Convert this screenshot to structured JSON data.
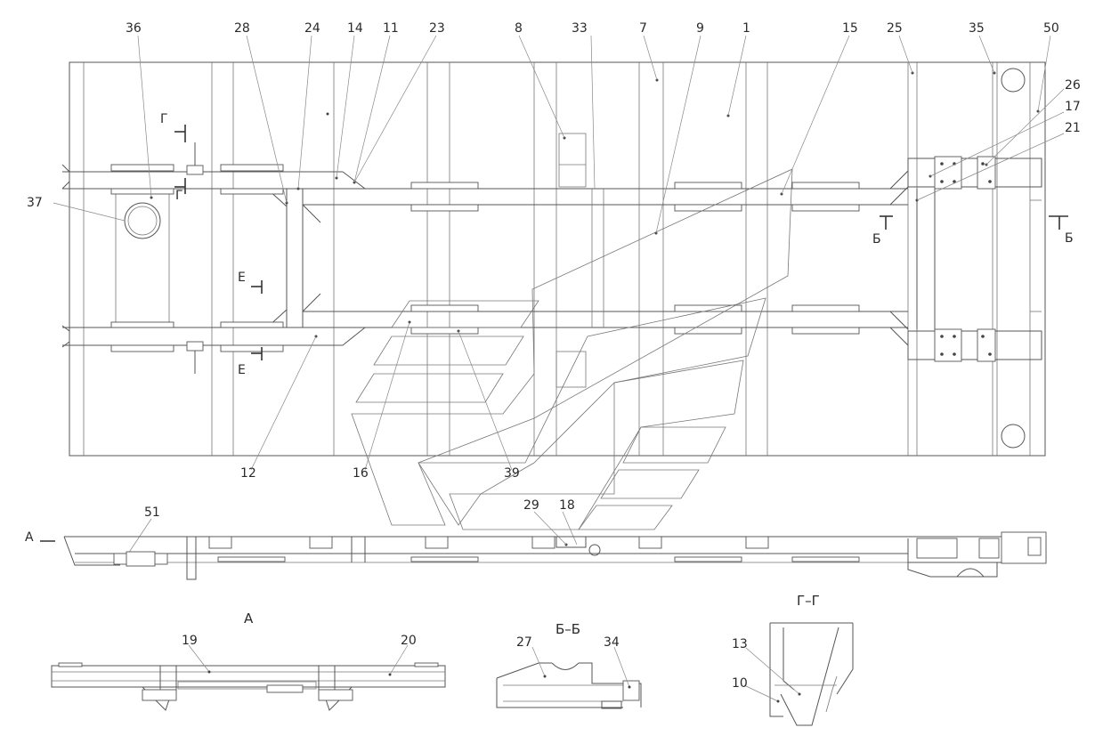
{
  "callouts": {
    "c36": "36",
    "c28": "28",
    "c24": "24",
    "c14": "14",
    "c11": "11",
    "c23": "23",
    "c8": "8",
    "c33": "33",
    "c7": "7",
    "c9": "9",
    "c1": "1",
    "c15": "15",
    "c25": "25",
    "c35": "35",
    "c50": "50",
    "c26": "26",
    "c17": "17",
    "c21": "21",
    "c37": "37",
    "c12": "12",
    "c16": "16",
    "c39": "39",
    "c29": "29",
    "c18": "18",
    "c51": "51",
    "c19": "19",
    "c20": "20",
    "c27": "27",
    "c34": "34",
    "c13": "13",
    "c10": "10"
  },
  "section_marks": {
    "g_top": "Г",
    "g_bottom": "Г",
    "e_top": "Е",
    "e_bottom": "Е",
    "b_left": "Б",
    "b_right": "Б",
    "a_arrow": "А"
  },
  "view_titles": {
    "view_a": "А",
    "section_b": "Б–Б",
    "section_g": "Г–Г"
  }
}
